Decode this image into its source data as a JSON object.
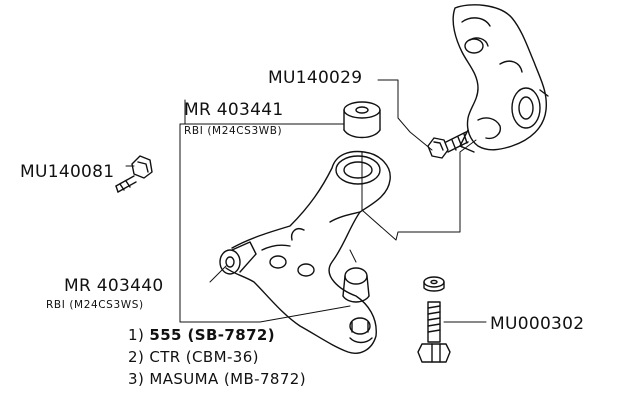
{
  "callouts": {
    "mu140029": "MU140029",
    "mr403441": "MR 403441",
    "rbi_m24cs3wb": "RBI (M24CS3WB)",
    "mu140081": "MU140081",
    "mr403440": "MR 403440",
    "rbi_m24cs3ws": "RBI (M24CS3WS)",
    "mu000302": "MU000302"
  },
  "crossref": [
    {
      "num": "1)",
      "text": "555 (SB-7872)"
    },
    {
      "num": "2)",
      "text": "CTR (CBM-36)"
    },
    {
      "num": "3)",
      "text": "MASUMA (MB-7872)"
    }
  ]
}
